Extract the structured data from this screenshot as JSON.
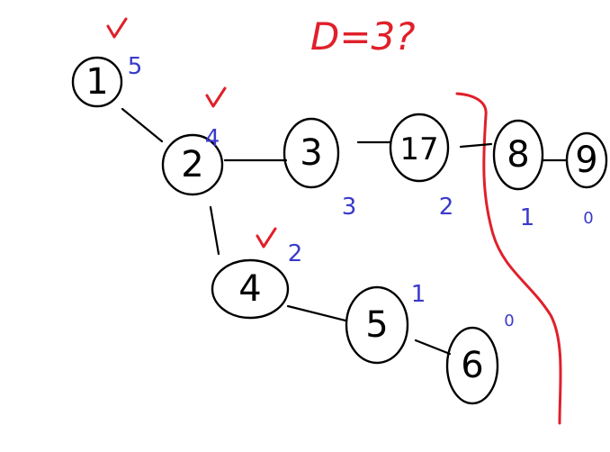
{
  "annotation": {
    "text": "D=3?",
    "color": "#e0202a"
  },
  "colors": {
    "ink": "#000000",
    "red": "#e0202a",
    "blue": "#3a3acb"
  },
  "nodes": [
    {
      "id": "n1",
      "label": "1",
      "depth": "5",
      "checked": true
    },
    {
      "id": "n2",
      "label": "2",
      "depth": "4",
      "checked": true
    },
    {
      "id": "n3",
      "label": "3",
      "depth": "3",
      "checked": false
    },
    {
      "id": "n17",
      "label": "17",
      "depth": "2",
      "checked": false
    },
    {
      "id": "n8",
      "label": "8",
      "depth": "1",
      "checked": false
    },
    {
      "id": "n9",
      "label": "9",
      "depth": "0",
      "checked": false
    },
    {
      "id": "n4",
      "label": "4",
      "depth": "2",
      "checked": true
    },
    {
      "id": "n5",
      "label": "5",
      "depth": "1",
      "checked": false
    },
    {
      "id": "n6",
      "label": "6",
      "depth": "0",
      "checked": false
    }
  ],
  "edges": [
    [
      "n1",
      "n2"
    ],
    [
      "n2",
      "n3"
    ],
    [
      "n3",
      "n17"
    ],
    [
      "n17",
      "n8"
    ],
    [
      "n8",
      "n9"
    ],
    [
      "n2",
      "n4"
    ],
    [
      "n4",
      "n5"
    ],
    [
      "n5",
      "n6"
    ]
  ]
}
